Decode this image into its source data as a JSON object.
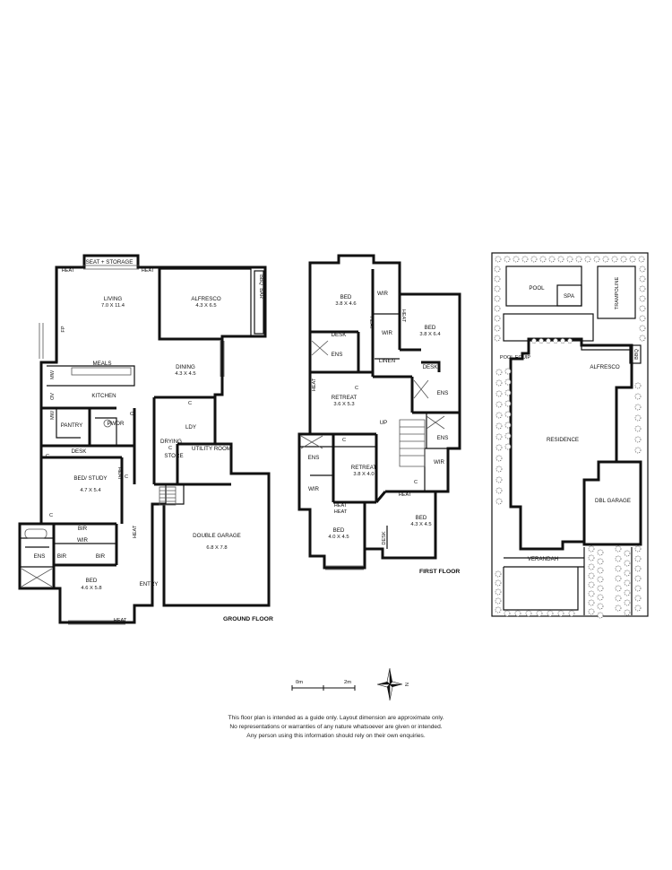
{
  "ground_floor": {
    "caption": "GROUND FLOOR",
    "rooms": [
      {
        "name": "SEAT + STORAGE"
      },
      {
        "name": "LIVING",
        "dims": "7.0 X 11.4"
      },
      {
        "name": "ALFRESCO",
        "dims": "4.3 X 6.5"
      },
      {
        "name": "MEALS"
      },
      {
        "name": "DINING",
        "dims": "4.3 X 4.5"
      },
      {
        "name": "KITCHEN"
      },
      {
        "name": "PANTRY"
      },
      {
        "name": "PWDR"
      },
      {
        "name": "LDY"
      },
      {
        "name": "DRYING"
      },
      {
        "name": "STORE"
      },
      {
        "name": "UTILITY ROOM"
      },
      {
        "name": "DESK"
      },
      {
        "name": "BED/ STUDY",
        "dims": "4.7 X 5.4"
      },
      {
        "name": "BIR"
      },
      {
        "name": "WIR"
      },
      {
        "name": "ENS"
      },
      {
        "name": "BIR"
      },
      {
        "name": "BIR"
      },
      {
        "name": "BED",
        "dims": "4.6 X 5.8"
      },
      {
        "name": "DOUBLE GARAGE",
        "dims": "6.8 X 7.8"
      },
      {
        "name": "ENTRY"
      }
    ],
    "tags": [
      "HEAT",
      "HEAT",
      "FP",
      "BBQ",
      "BAR",
      "MW",
      "OV",
      "MW",
      "C",
      "C",
      "C",
      "C",
      "C",
      "C",
      "HEAT",
      "HEAT",
      "HEAT"
    ]
  },
  "first_floor": {
    "caption": "FIRST FLOOR",
    "rooms": [
      {
        "name": "BED",
        "dims": "3.8 X 4.6"
      },
      {
        "name": "WIR"
      },
      {
        "name": "BED",
        "dims": "3.8 X 6.4"
      },
      {
        "name": "WIR"
      },
      {
        "name": "DESK"
      },
      {
        "name": "ENS"
      },
      {
        "name": "LINEN"
      },
      {
        "name": "DESK"
      },
      {
        "name": "RETREAT",
        "dims": "3.6 X 5.3"
      },
      {
        "name": "ENS"
      },
      {
        "name": "UP"
      },
      {
        "name": "ENS"
      },
      {
        "name": "ENS"
      },
      {
        "name": "RETREAT",
        "dims": "3.8 X 4.0"
      },
      {
        "name": "WIR"
      },
      {
        "name": "WIR"
      },
      {
        "name": "BED",
        "dims": "4.0 X 4.5"
      },
      {
        "name": "DESK"
      },
      {
        "name": "BED",
        "dims": "4.3 X 4.5"
      }
    ],
    "tags": [
      "HEAT",
      "HEAT",
      "HEAT",
      "C",
      "C",
      "C",
      "HEAT",
      "HEAT",
      "HEAT"
    ]
  },
  "site_plan": {
    "labels": [
      "POOL",
      "SPA",
      "TRAMPOLINE",
      "POOL EQUIP",
      "ALFRESCO",
      "BBQ",
      "RESIDENCE",
      "DBL GARAGE",
      "VERANDAH"
    ]
  },
  "scale": {
    "start": "0m",
    "end": "2m"
  },
  "compass": {
    "label": "N"
  },
  "disclaimer": [
    "This floor plan is intended as a guide only. Layout dimension are approximate only.",
    "No representations or warranties of any nature whatsoever are given or intended.",
    "Any person using this information should rely on their own enquiries."
  ]
}
